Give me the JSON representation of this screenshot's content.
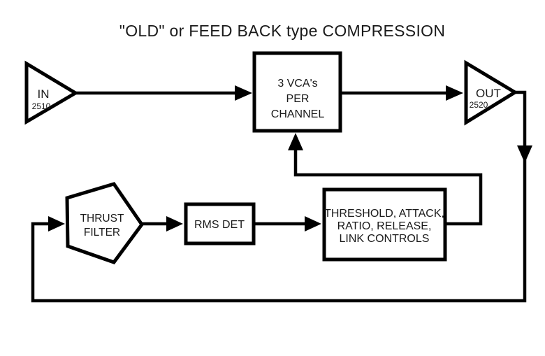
{
  "title": "\"OLD\" or FEED BACK type COMPRESSION",
  "colors": {
    "line": "#000000",
    "text": "#1a1a1a",
    "background": "#ffffff"
  },
  "nodes": {
    "in_amp": {
      "label": "IN",
      "model": "2510"
    },
    "vca": {
      "lines": [
        "3 VCA's",
        "PER",
        "CHANNEL"
      ]
    },
    "out_amp": {
      "label": "OUT",
      "model": "2520"
    },
    "thrust_filter": {
      "lines": [
        "THRUST",
        "FILTER"
      ]
    },
    "rms_det": {
      "label": "RMS DET"
    },
    "controls": {
      "lines": [
        "THRESHOLD, ATTACK,",
        "RATIO, RELEASE,",
        "LINK CONTROLS"
      ]
    }
  }
}
